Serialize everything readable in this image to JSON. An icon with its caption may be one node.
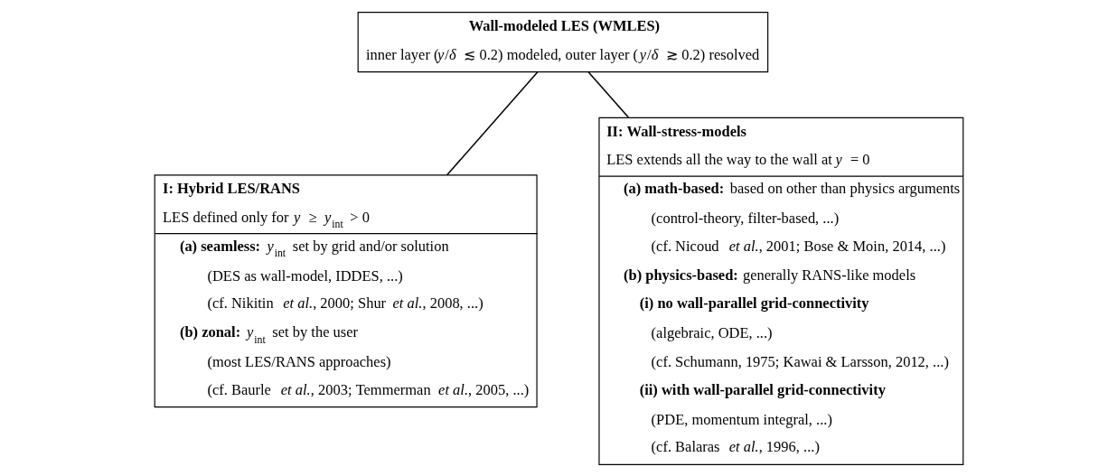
{
  "diagram": {
    "nodes": [
      {
        "text": [
          "Wall-modeled LES (WMLES)",
          "inner layer (*y*/*δ* ≲ 0.2) modeled, outer layer (*y*/*δ* ≳ 0.2) resolved"
        ]
      },
      {
        "text": [
          "I: Hybrid LES/RANS",
          "LES defined only for *y* ≥ *y*$_{int}$ > 0",
          "**(a) seamless:** *y*$_{int}$ set by grid and/or solution",
          "(DES as wall-model, IDDES, ...)",
          "(cf. Nikitin *et al.*, 2000; Shur *et al.*, 2008, ...)",
          "**(b) zonal:** *y*$_{int}$ set by the user",
          "(most LES/RANS approaches)",
          "(cf. Baurle *et al.*, 2003; Temmerman *et al.*, 2005, ...)"
        ]
      },
      {
        "text": [
          "II: Wall-stress-models",
          "LES extends all the way to the wall at *y* = 0",
          "**(a) math-based:** based on other than physics arguments",
          "(control-theory, filter-based, ...)",
          "(cf. Nicoud *et al.*, 2001; Bose & Moin, 2014, ...)",
          "**(b) physics-based:** generally RANS-like models",
          "(i) no wall-parallel grid-connectivity",
          "(algebraic, ODE, ...)",
          "(cf. Schumann, 1975; Kawai & Larsson, 2012, ...)",
          "(ii) with wall-parallel grid-connectivity",
          "(PDE, momentum integral, ...)",
          "(cf. Balaras *et al.*, 1996, ...)"
        ]
      }
    ],
    "edges": [
      {
        "from": 0,
        "to": 1,
        "arrow": "none"
      },
      {
        "from": 0,
        "to": 2,
        "arrow": "none"
      }
    ]
  }
}
